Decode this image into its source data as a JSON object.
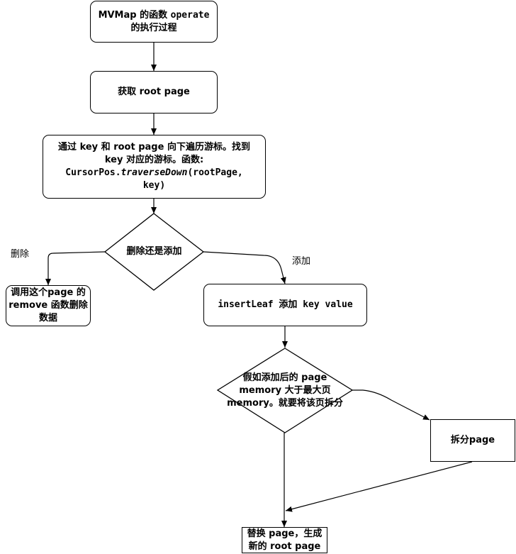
{
  "nodes": {
    "start": {
      "line1_a": "MVMap 的函数 ",
      "line1_b": "operate",
      "line2": "的执行过程"
    },
    "get_root": {
      "text": "获取 root page"
    },
    "traverse": {
      "line1": "通过 key 和 root page 向下遍历游标。找到",
      "line2": "key 对应的游标。函数:",
      "line3_a": "CursorPos.",
      "line3_b": "traverseDown",
      "line3_c": "(rootPage,",
      "line4": "key)"
    },
    "decision1": {
      "text": "删除还是添加"
    },
    "remove": {
      "line1": "调用这个page 的",
      "line2": "remove 函数删除",
      "line3": "数据"
    },
    "insert": {
      "text": "insertLeaf 添加 key value"
    },
    "decision2": {
      "line1": "假如添加后的 page",
      "line2": "memory 大于最大页",
      "line3": "memory。就要将该页拆分"
    },
    "split": {
      "text": "拆分page"
    },
    "replace": {
      "line1": "替换 page，生成",
      "line2": "新的 root page"
    }
  },
  "edges": {
    "delete_label": "删除",
    "add_label": "添加"
  }
}
